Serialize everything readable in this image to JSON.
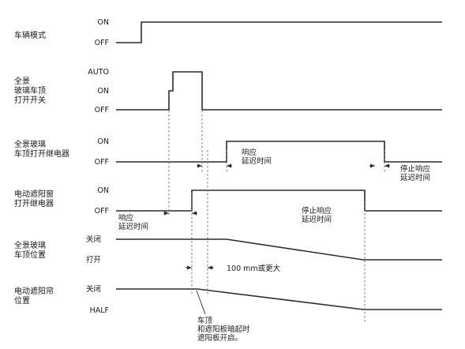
{
  "rows": [
    {
      "label_lines": [
        "车辆模式"
      ],
      "levels": [
        "ON",
        "OFF"
      ]
    },
    {
      "label_lines": [
        "全景",
        "玻璃车顶",
        "打开开关"
      ],
      "levels": [
        "AUTO",
        "ON",
        "OFF"
      ]
    },
    {
      "label_lines": [
        "全景玻璃",
        "车顶打开继电器"
      ],
      "levels": [
        "ON",
        "OFF"
      ]
    },
    {
      "label_lines": [
        "电动遮阳窗",
        "打开继电器"
      ],
      "levels": [
        "ON",
        "OFF"
      ]
    },
    {
      "label_lines": [
        "全景玻璃",
        "车顶位置"
      ],
      "levels": [
        "关闭",
        "打开"
      ]
    },
    {
      "label_lines": [
        "电动遮阳帘",
        "位置"
      ],
      "levels": [
        "关闭",
        "HALF"
      ]
    }
  ],
  "annotations": {
    "relay_response_delay": [
      "响应",
      "延迟时间"
    ],
    "relay_stop_delay": [
      "停止响应",
      "延迟时间"
    ],
    "shade_response_delay": [
      "响应",
      "延迟时间"
    ],
    "shade_stop_delay": [
      "停止响应",
      "延迟时间"
    ],
    "distance": "100 mm或更大",
    "simultaneous_open": [
      "车顶",
      "和遮阳板暗起时",
      "遮阳板开启。"
    ]
  }
}
